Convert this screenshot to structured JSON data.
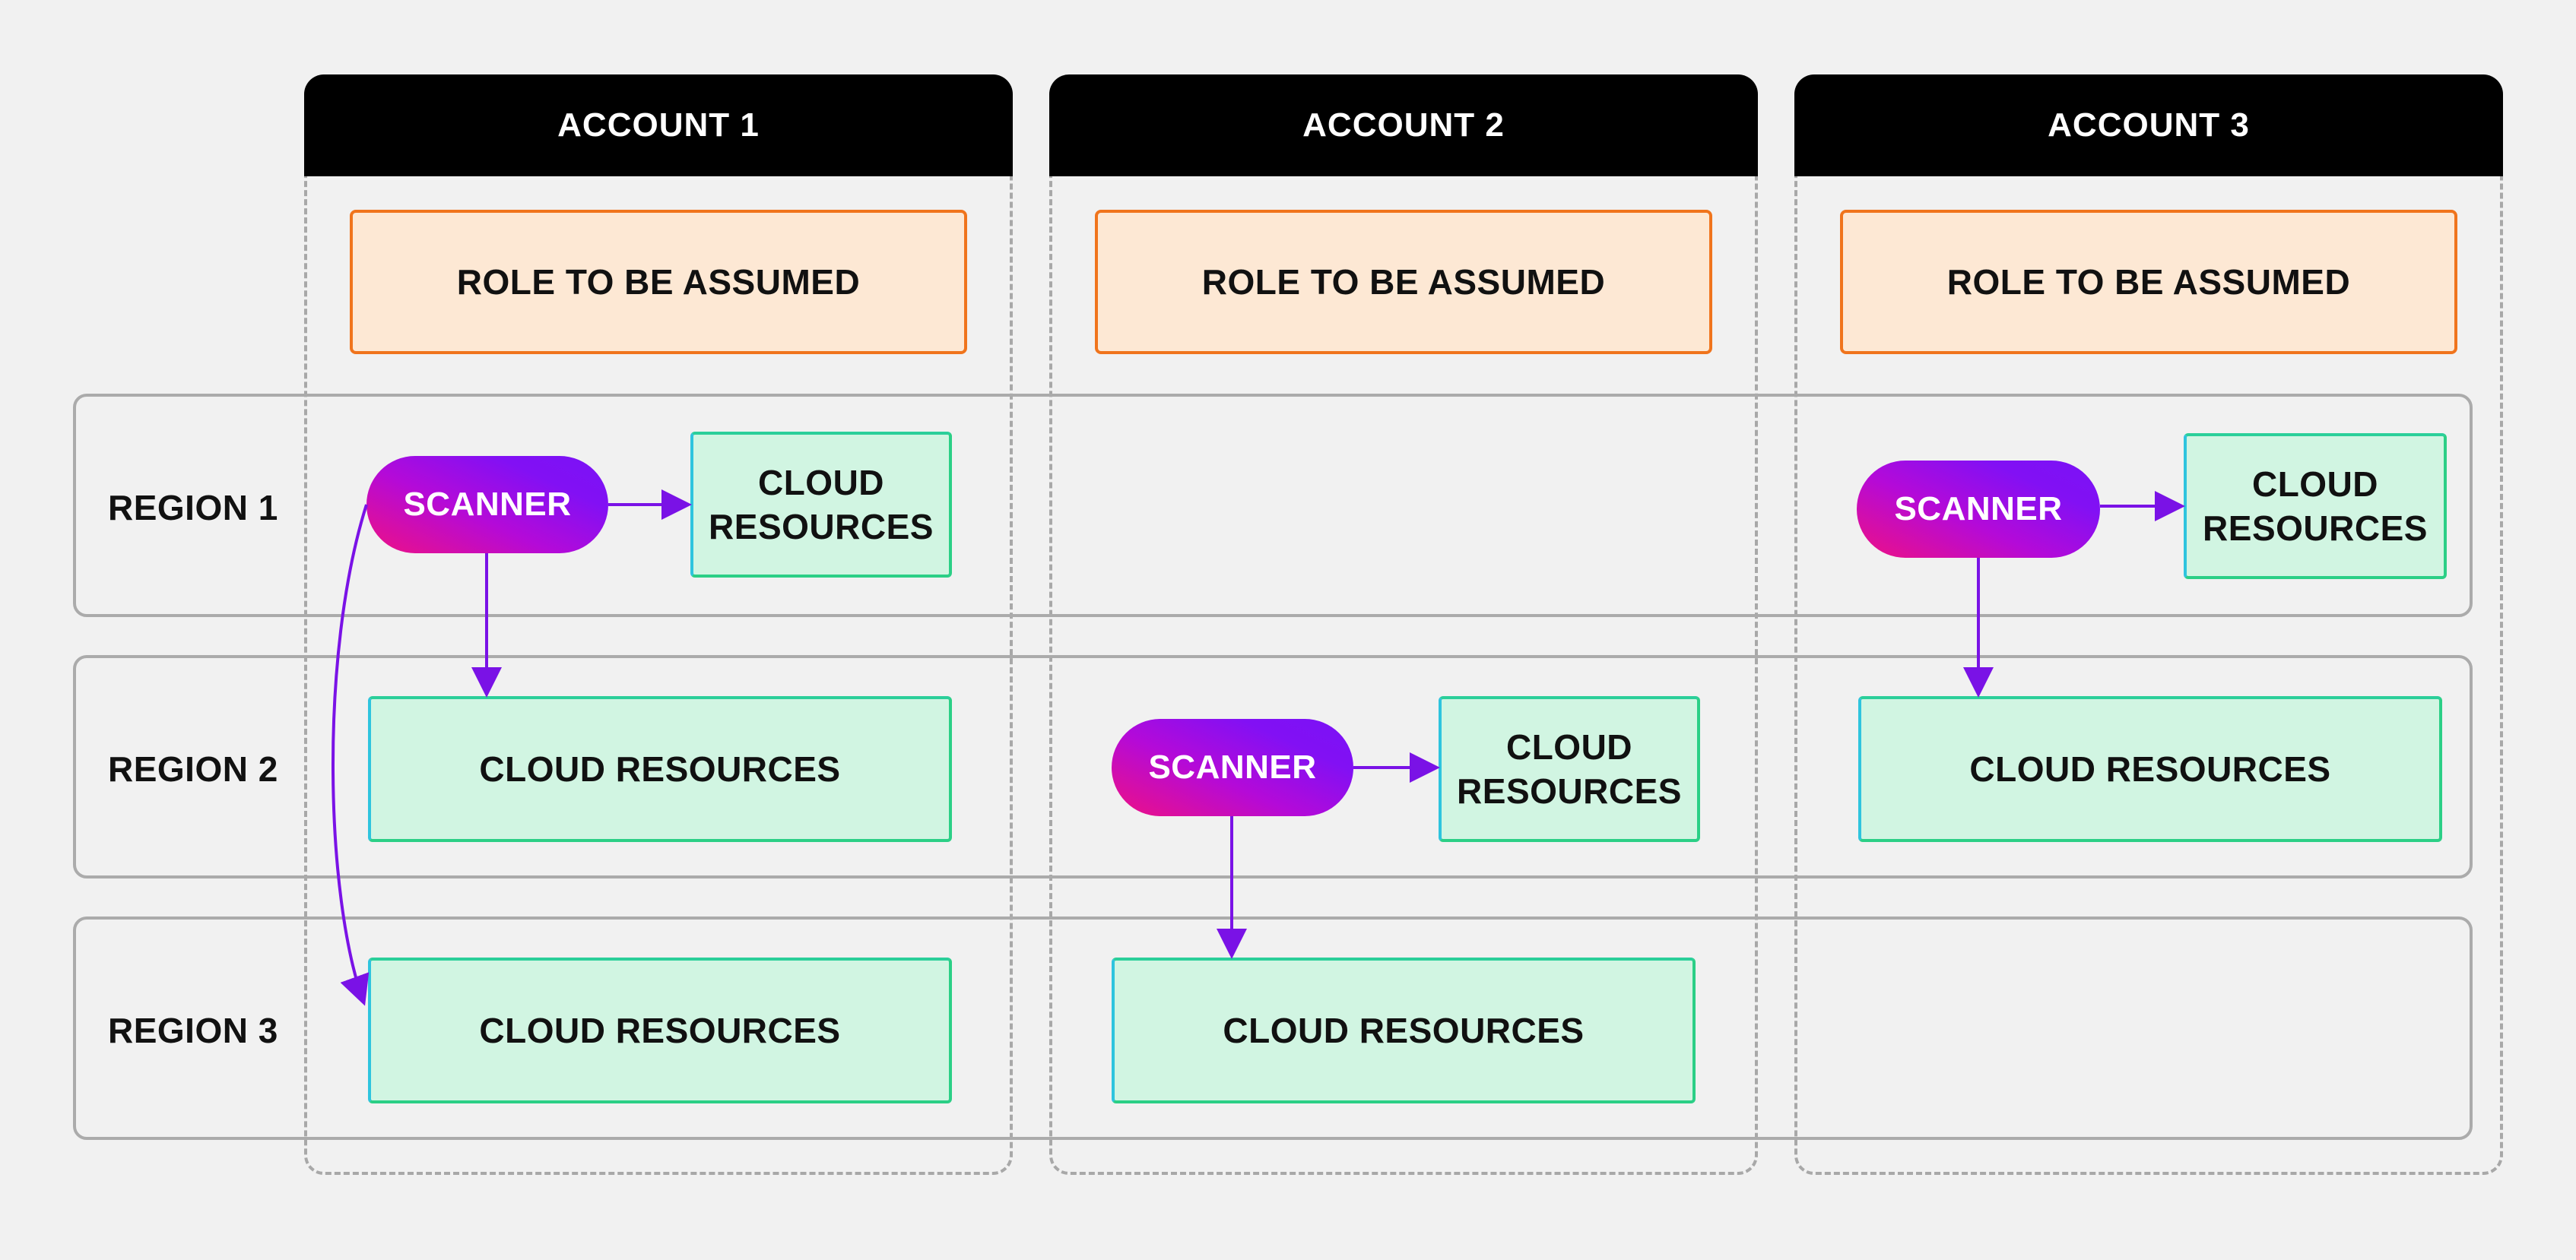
{
  "accounts": [
    {
      "title": "ACCOUNT 1",
      "role": "ROLE TO BE ASSUMED"
    },
    {
      "title": "ACCOUNT 2",
      "role": "ROLE TO BE ASSUMED"
    },
    {
      "title": "ACCOUNT 3",
      "role": "ROLE TO BE ASSUMED"
    }
  ],
  "regions": [
    {
      "label": "REGION 1"
    },
    {
      "label": "REGION 2"
    },
    {
      "label": "REGION 3"
    }
  ],
  "nodes": {
    "a1_scanner": "SCANNER",
    "a1_r1_cloud": "CLOUD\nRESOURCES",
    "a1_r2_cloud": "CLOUD RESOURCES",
    "a1_r3_cloud": "CLOUD RESOURCES",
    "a2_scanner": "SCANNER",
    "a2_r2_cloud": "CLOUD\nRESOURCES",
    "a2_r3_cloud": "CLOUD RESOURCES",
    "a3_scanner": "SCANNER",
    "a3_r1_cloud": "CLOUD\nRESOURCES",
    "a3_r2_cloud": "CLOUD RESOURCES"
  },
  "colors": {
    "arrow": "#7a12e6",
    "header_bg": "#000000",
    "role_fill": "#fde8d4",
    "role_border": "#f0741c",
    "cloud_fill": "#d1f5e2",
    "cloud_border": "#2bcf86",
    "scanner_gradient_start": "#ee1184",
    "scanner_gradient_end": "#7a12f6",
    "band_border": "#ababab",
    "background": "#f1f1f1"
  }
}
